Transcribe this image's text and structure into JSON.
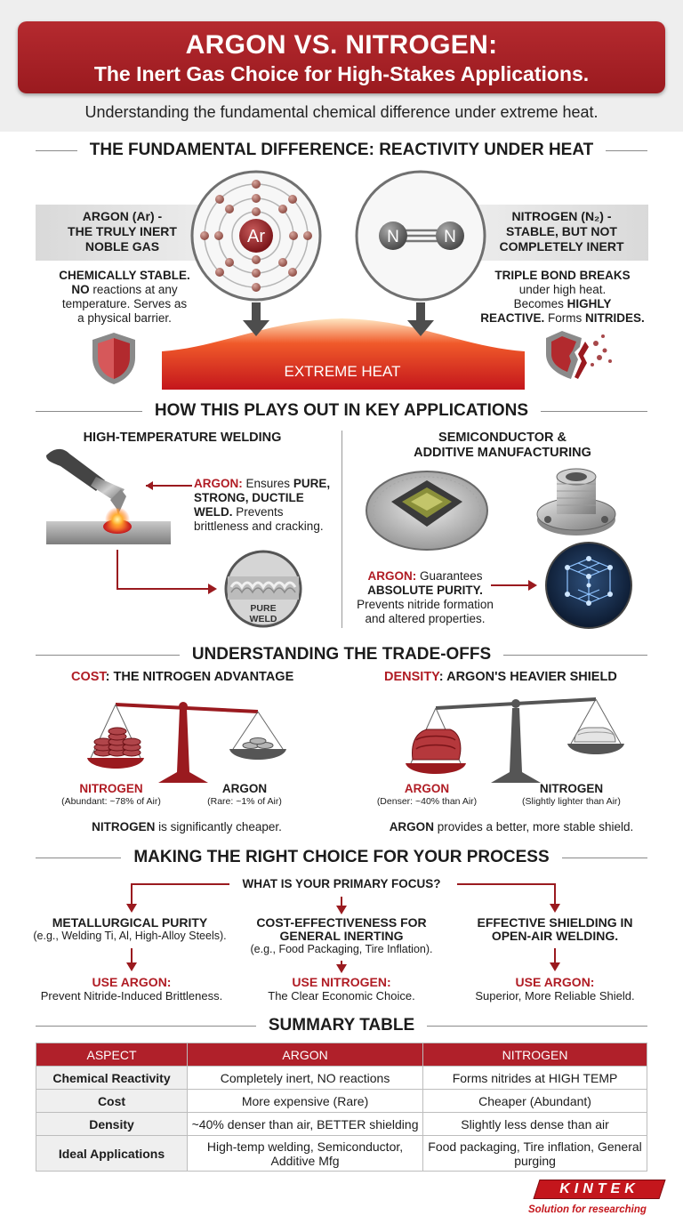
{
  "header": {
    "title_line1": "ARGON VS. NITROGEN:",
    "title_line2": "The Inert Gas Choice for High-Stakes Applications.",
    "subtitle": "Understanding the fundamental chemical difference under extreme heat."
  },
  "section1": {
    "heading": "THE FUNDAMENTAL DIFFERENCE: REACTIVITY UNDER HEAT",
    "argon": {
      "title_l1": "ARGON (Ar) -",
      "title_l2": "THE TRULY INERT",
      "title_l3": "NOBLE GAS",
      "desc_bold1": "CHEMICALLY STABLE.",
      "desc_bold2": "NO",
      "desc_rest1": "reactions at any",
      "desc_rest2": "temperature. Serves as",
      "desc_rest3": "a physical barrier.",
      "atom_symbol": "Ar"
    },
    "nitrogen": {
      "title_l1": "NITROGEN (N₂) -",
      "title_l2": "STABLE, BUT NOT",
      "title_l3": "COMPLETELY INERT",
      "desc_bold1": "TRIPLE BOND BREAKS",
      "desc_rest1": "under high heat.",
      "desc_rest2": "Becomes",
      "desc_bold2": "HIGHLY",
      "desc_bold3": "REACTIVE.",
      "desc_rest3": "Forms",
      "desc_bold4": "NITRIDES.",
      "atom_symbol": "N"
    },
    "heat_label": "EXTREME HEAT"
  },
  "section2": {
    "heading": "HOW THIS PLAYS OUT IN KEY APPLICATIONS",
    "welding": {
      "title": "HIGH-TEMPERATURE WELDING",
      "gas": "ARGON:",
      "t1": "Ensures",
      "b1": "PURE,",
      "b2": "STRONG, DUCTILE",
      "b3": "WELD.",
      "t2": "Prevents",
      "t3": "brittleness and cracking.",
      "weld_l1": "PURE",
      "weld_l2": "WELD"
    },
    "semi": {
      "title_l1": "SEMICONDUCTOR &",
      "title_l2": "ADDITIVE MANUFACTURING",
      "gas": "ARGON:",
      "t1": "Guarantees",
      "b1": "ABSOLUTE PURITY.",
      "t2": "Prevents nitride formation",
      "t3": "and altered properties."
    }
  },
  "section3": {
    "heading": "UNDERSTANDING THE TRADE-OFFS",
    "cost": {
      "title_red": "COST",
      "title_rest": ": THE NITROGEN ADVANTAGE",
      "left_name": "NITROGEN",
      "left_note": "(Abundant: ~78% of Air)",
      "right_name": "ARGON",
      "right_note": "(Rare: ~1% of Air)",
      "summary_bold": "NITROGEN",
      "summary_rest": " is significantly cheaper."
    },
    "density": {
      "title_red": "DENSITY",
      "title_rest": ": ARGON'S HEAVIER SHIELD",
      "left_name": "ARGON",
      "left_note": "(Denser: ~40% than Air)",
      "right_name": "NITROGEN",
      "right_note": "(Slightly lighter than Air)",
      "summary_bold": "ARGON",
      "summary_rest": " provides a better, more stable shield."
    }
  },
  "section4": {
    "heading": "MAKING THE RIGHT CHOICE FOR YOUR PROCESS",
    "question": "WHAT IS YOUR PRIMARY FOCUS?",
    "options": [
      {
        "title_l1": "METALLURGICAL PURITY",
        "title_l2": "",
        "example": "(e.g., Welding Ti, Al, High-Alloy Steels).",
        "use": "USE ARGON:",
        "reason": "Prevent Nitride-Induced Brittleness."
      },
      {
        "title_l1": "COST-EFFECTIVENESS FOR",
        "title_l2": "GENERAL INERTING",
        "example": "(e.g., Food Packaging, Tire Inflation).",
        "use": "USE NITROGEN:",
        "reason": "The Clear Economic Choice."
      },
      {
        "title_l1": "EFFECTIVE SHIELDING IN",
        "title_l2": "OPEN-AIR WELDING.",
        "example": "",
        "use": "USE ARGON:",
        "reason": "Superior, More Reliable Shield."
      }
    ]
  },
  "summary": {
    "heading": "SUMMARY TABLE",
    "columns": [
      "ASPECT",
      "ARGON",
      "NITROGEN"
    ],
    "rows": [
      {
        "aspect": "Chemical Reactivity",
        "argon": "Completely inert, NO reactions",
        "nitrogen": "Forms nitrides at HIGH TEMP"
      },
      {
        "aspect": "Cost",
        "argon": "More expensive (Rare)",
        "nitrogen": "Cheaper (Abundant)"
      },
      {
        "aspect": "Density",
        "argon": "~40% denser than air, BETTER shielding",
        "nitrogen": "Slightly less dense than air"
      },
      {
        "aspect": "Ideal Applications",
        "argon": "High-temp welding, Semiconductor, Additive Mfg",
        "nitrogen": "Food packaging, Tire inflation, General purging"
      }
    ]
  },
  "brand": {
    "name": "KINTEK",
    "tagline": "Solution for researching"
  },
  "colors": {
    "accent": "#b01c24",
    "header_band": "#eeeeee",
    "heat": "#e53a28"
  }
}
